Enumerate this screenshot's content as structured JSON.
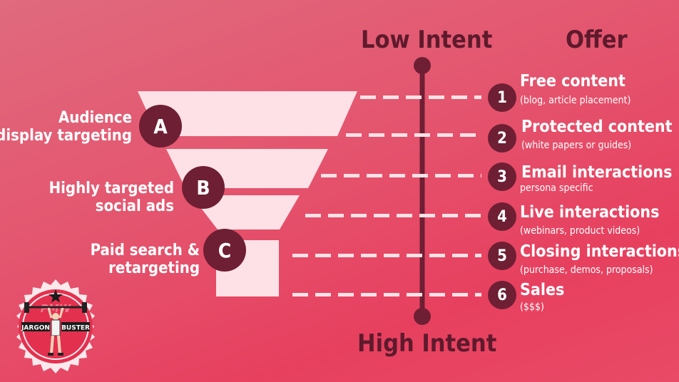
{
  "headers": {
    "low_intent": "Low Intent",
    "high_intent": "High Intent",
    "offer": "Offer"
  },
  "stages": [
    {
      "letter": "A",
      "label": "Audience\ndisplay targeting"
    },
    {
      "letter": "B",
      "label": "Highly targeted\nsocial ads"
    },
    {
      "letter": "C",
      "label": "Paid search &\nretargeting"
    }
  ],
  "offers": [
    {
      "number": "1",
      "title": "Free content",
      "subtitle": "(blog, article placement)"
    },
    {
      "number": "2",
      "title": "Protected content",
      "subtitle": "(white papers or guides)"
    },
    {
      "number": "3",
      "title": "Email interactions",
      "subtitle": "persona specific"
    },
    {
      "number": "4",
      "title": "Live interactions",
      "subtitle": "(webinars, product videos)"
    },
    {
      "number": "5",
      "title": "Closing interactions",
      "subtitle": "(purchase, demos, proposals)"
    },
    {
      "number": "6",
      "title": "Sales",
      "subtitle": "($$$)"
    }
  ],
  "badge": {
    "brand": "PMW",
    "left_word": "JARGON",
    "right_word": "BUSTER"
  },
  "colors": {
    "dark": "#6e1f34",
    "funnel": "#fde1e6",
    "background": "#e4566f"
  }
}
